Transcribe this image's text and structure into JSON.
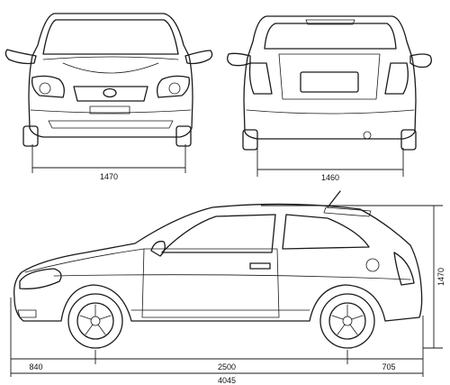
{
  "diagram": {
    "front_view": {
      "track_width_label": "1470"
    },
    "rear_view": {
      "track_width_label": "1460"
    },
    "side_view": {
      "front_overhang_label": "840",
      "wheelbase_label": "2500",
      "rear_overhang_label": "705",
      "overall_length_label": "4045",
      "height_label": "1470"
    }
  }
}
